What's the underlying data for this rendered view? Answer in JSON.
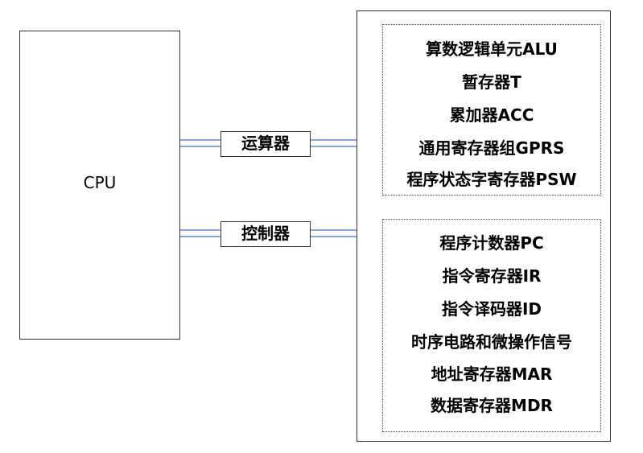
{
  "cpu": {
    "label": "CPU"
  },
  "connectors": {
    "arithmetic": "运算器",
    "control": "控制器"
  },
  "arithmetic_group": {
    "items": [
      "算数逻辑单元ALU",
      "暂存器T",
      "累加器ACC",
      "通用寄存器组GPRS",
      "程序状态字寄存器PSW"
    ]
  },
  "control_group": {
    "items": [
      "程序计数器PC",
      "指令寄存器IR",
      "指令译码器ID",
      "时序电路和微操作信号",
      "地址寄存器MAR",
      "数据寄存器MDR"
    ]
  },
  "colors": {
    "arrow": "#4472c4",
    "border": "#333333"
  }
}
